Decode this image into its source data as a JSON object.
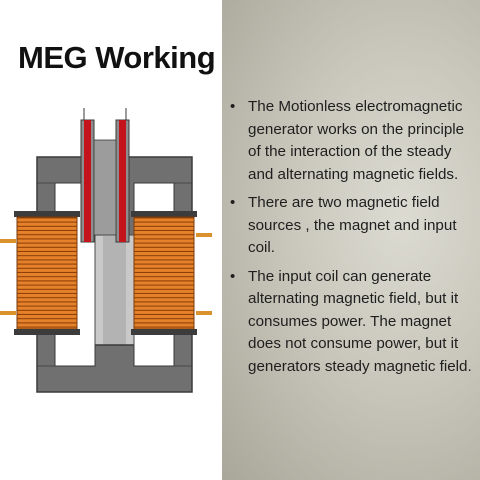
{
  "slide": {
    "title": "MEG Working",
    "bullets": [
      "The Motionless electromagnetic generator works on the principle of the interaction of the steady and alternating magnetic fields.",
      "There are two magnetic field sources , the magnet and input coil.",
      "The input coil can generate alternating magnetic field, but it consumes power. The magnet does not consume power, but it generators steady magnetic field."
    ]
  },
  "diagram": {
    "icon": "meg-core-diagram",
    "colors": {
      "core": "#6f6f6f",
      "core_dark": "#3a3a3a",
      "magnet": "#c8c8c8",
      "output_coil": "#e07a22",
      "output_coil_line": "#8a3d05",
      "input_coil": "#c2141a",
      "lead": "#d9922e",
      "coil_cap": "#3c3c3c"
    }
  },
  "background": {
    "right_panel": "#cfcdc2"
  }
}
